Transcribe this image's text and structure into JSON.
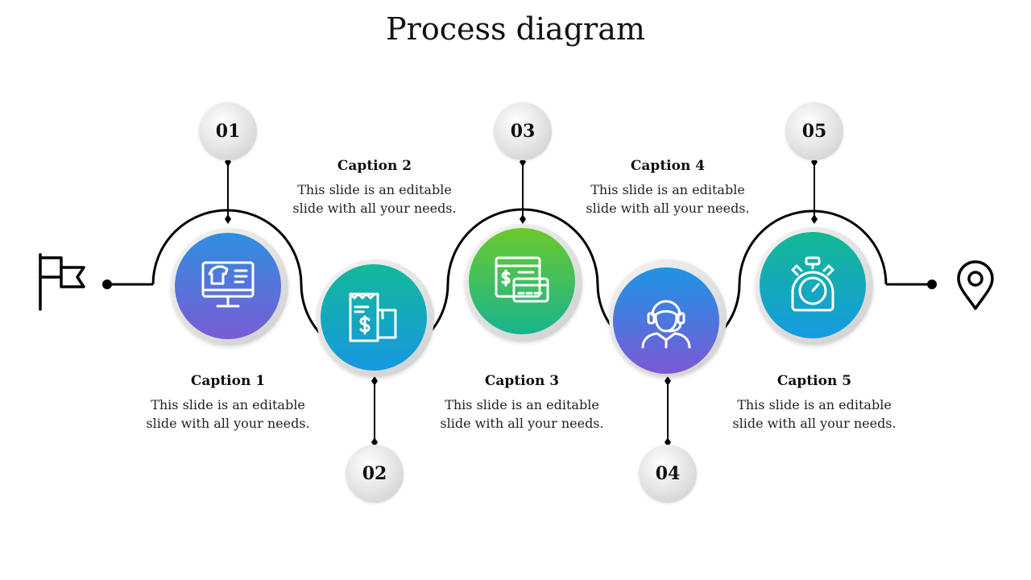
{
  "title": "Process diagram",
  "steps": [
    {
      "number": "01",
      "caption": "Caption 1",
      "text_line1": "This slide is an editable",
      "text_line2": "slide with all your needs.",
      "icon": "computer-shop-icon",
      "gradient": [
        "#2f8fe0",
        "#7a5bd6"
      ]
    },
    {
      "number": "02",
      "caption": "Caption 2",
      "text_line1": "This slide is an editable",
      "text_line2": "slide with all your needs.",
      "icon": "receipt-dollar-icon",
      "gradient": [
        "#14b89a",
        "#1698e0"
      ]
    },
    {
      "number": "03",
      "caption": "Caption 3",
      "text_line1": "This slide is an editable",
      "text_line2": "slide with all your needs.",
      "icon": "payment-card-icon",
      "gradient": [
        "#6cc92c",
        "#18b48f"
      ]
    },
    {
      "number": "04",
      "caption": "Caption 4",
      "text_line1": "This slide is an editable",
      "text_line2": "slide with all your needs.",
      "icon": "support-agent-icon",
      "gradient": [
        "#1c95e2",
        "#7d58d6"
      ]
    },
    {
      "number": "05",
      "caption": "Caption 5",
      "text_line1": "This slide is an editable",
      "text_line2": "slide with all your needs.",
      "icon": "stopwatch-icon",
      "gradient": [
        "#13b892",
        "#159be2"
      ]
    }
  ],
  "start_icon": "flag-icon",
  "end_icon": "location-pin-icon"
}
